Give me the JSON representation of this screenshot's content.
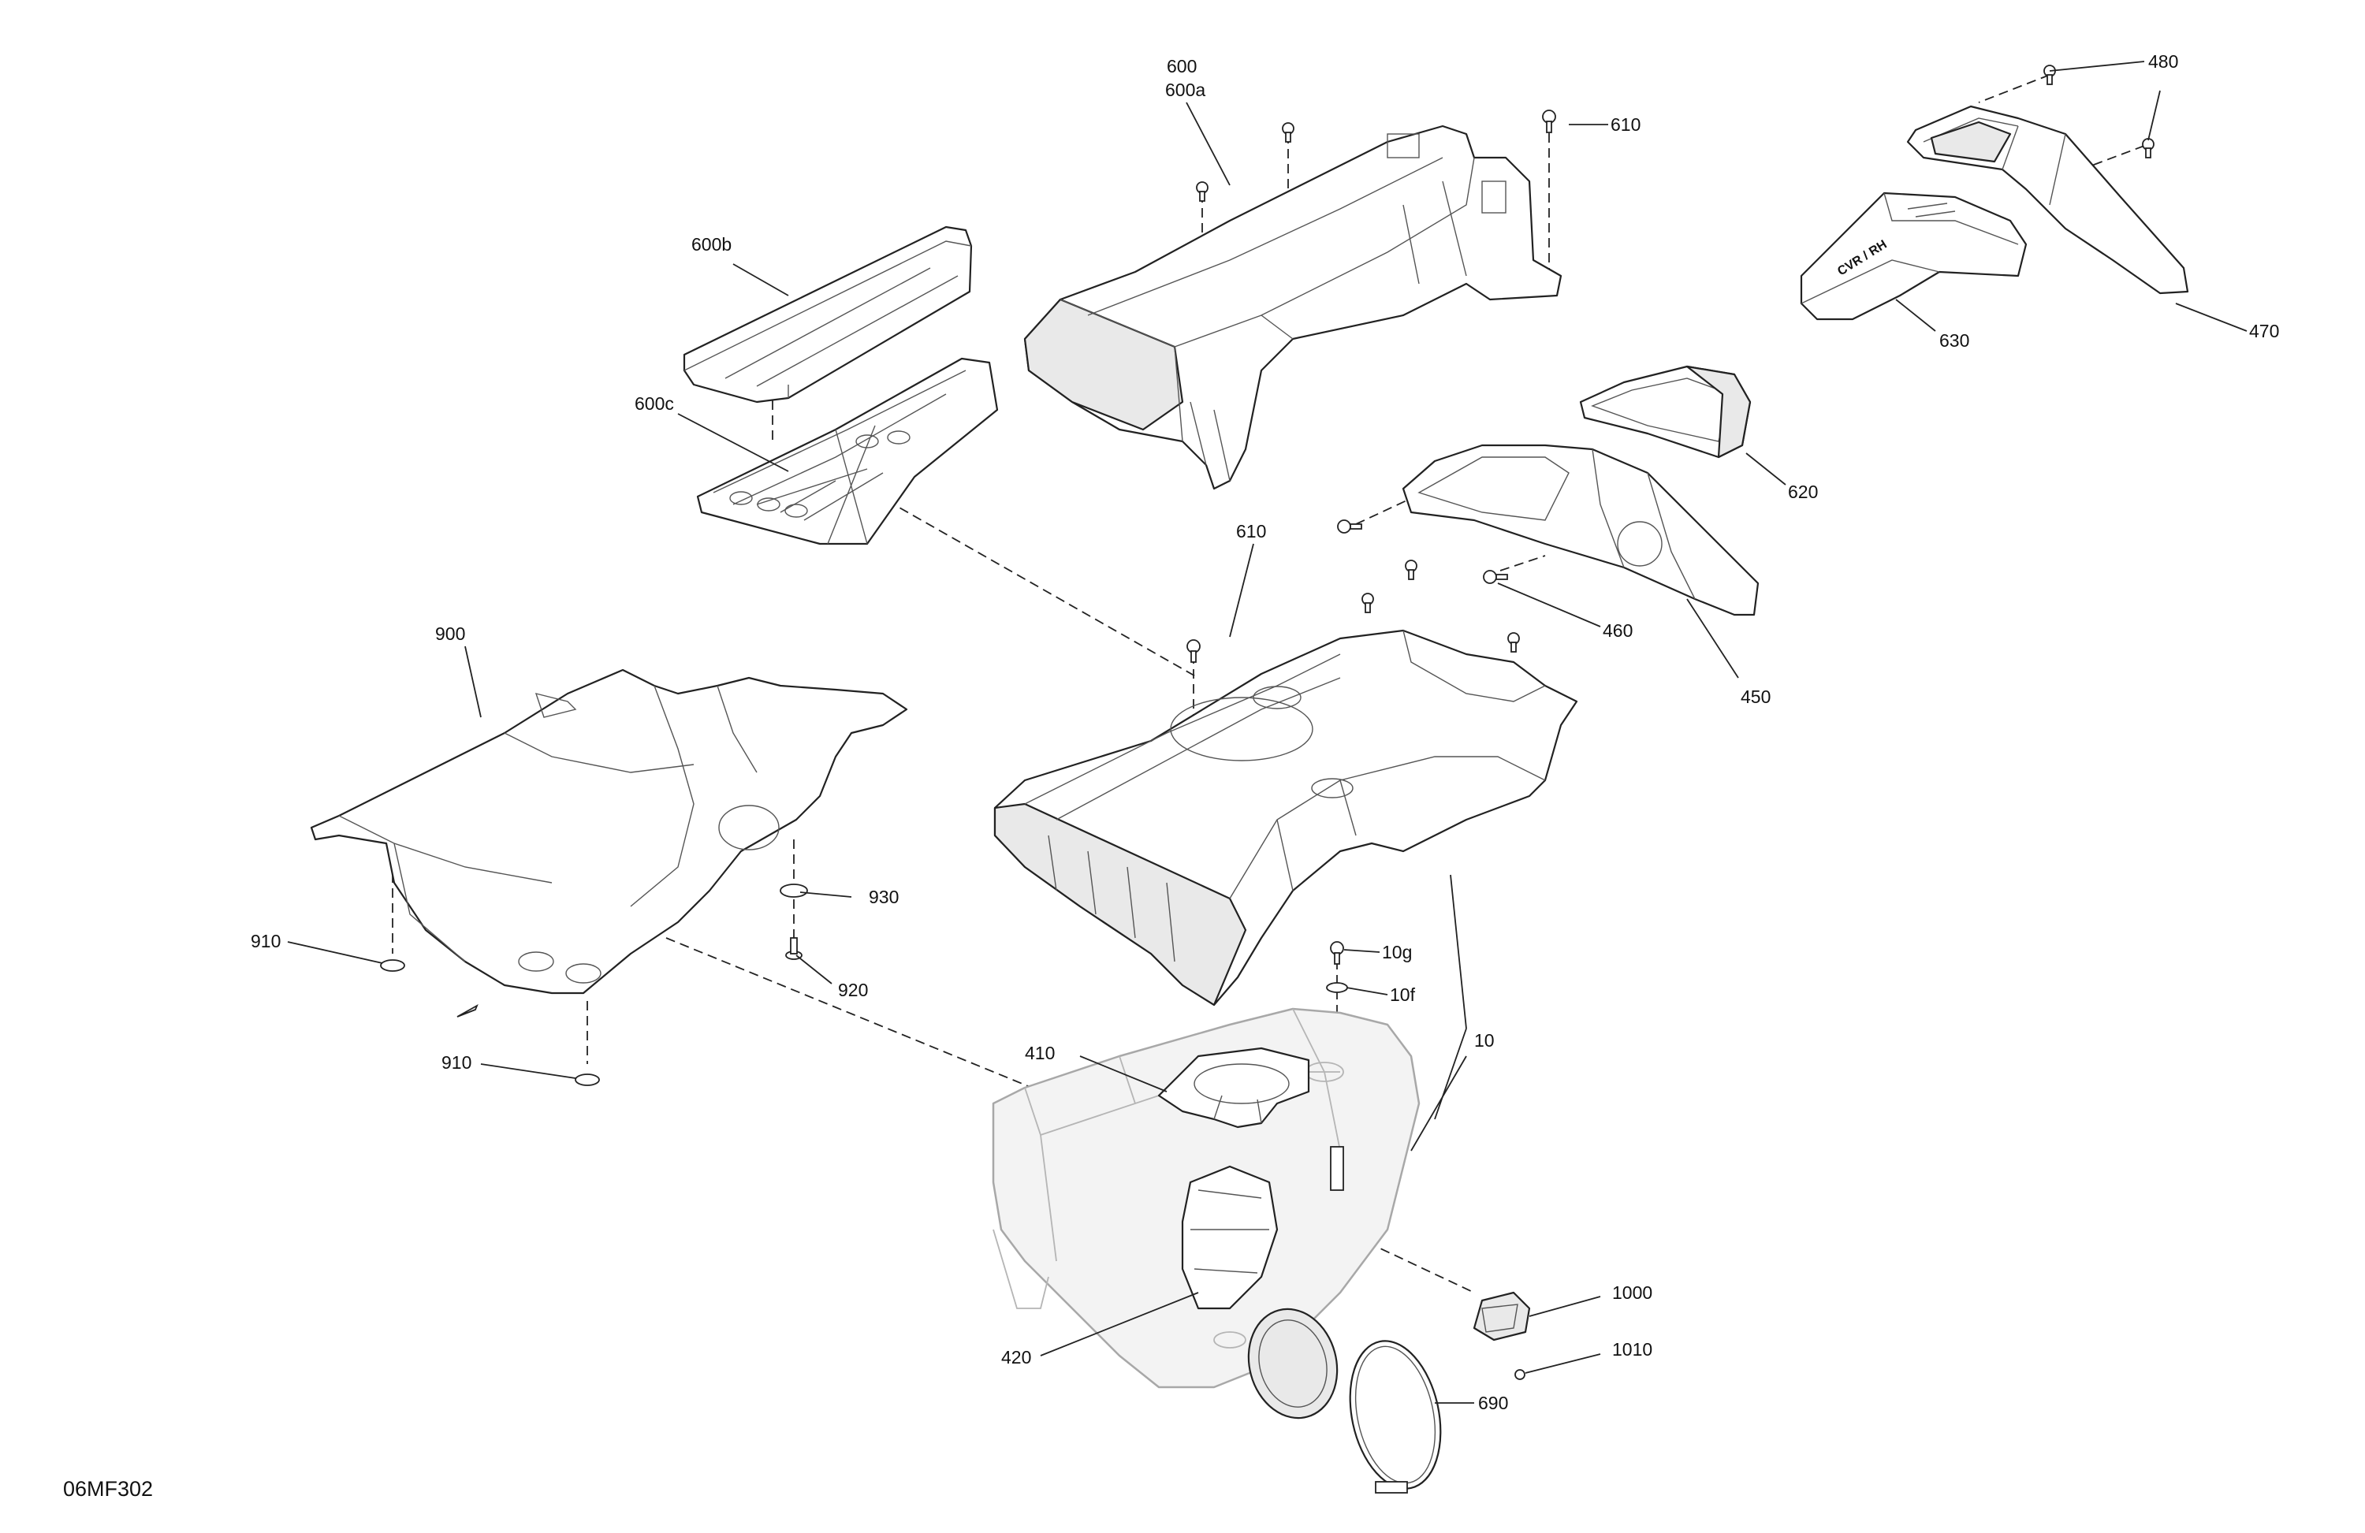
{
  "figure": {
    "reference_code": "06MF302"
  },
  "callouts": {
    "c10": "10",
    "c10f": "10f",
    "c10g": "10g",
    "c410": "410",
    "c420": "420",
    "c450": "450",
    "c460": "460",
    "c470": "470",
    "c480": "480",
    "c600": "600",
    "c600a": "600a",
    "c600b": "600b",
    "c600c": "600c",
    "c610_top": "610",
    "c610_mid": "610",
    "c620": "620",
    "c630": "630",
    "c690": "690",
    "c900": "900",
    "c910_upper": "910",
    "c910_lower": "910",
    "c920": "920",
    "c930": "930",
    "c1000": "1000",
    "c1010": "1010"
  },
  "part_markings": {
    "duct_630": "CVR / RH"
  }
}
